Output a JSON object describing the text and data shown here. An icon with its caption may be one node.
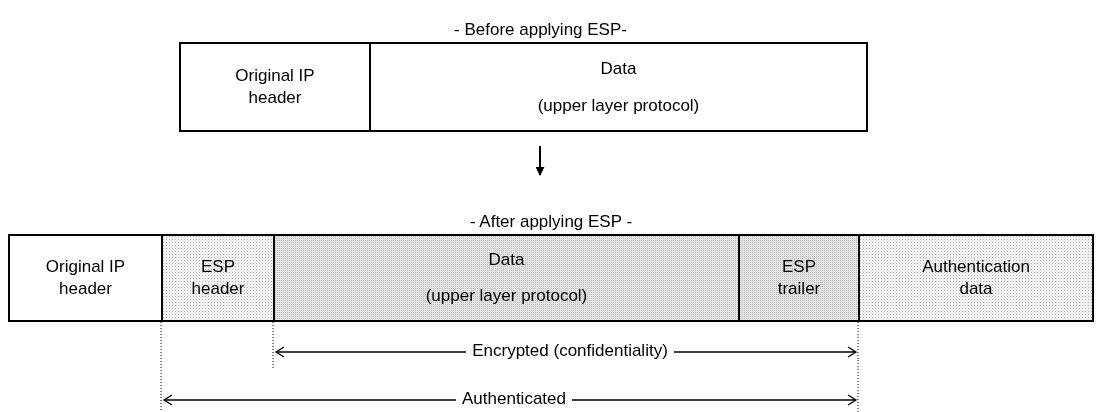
{
  "diagram": {
    "nodes": [
      {
        "text": [
          "- Before applying ESP-"
        ]
      },
      {
        "text": [
          "Original IP header"
        ],
        "in": 0
      },
      {
        "text": [
          "Data",
          "(upper layer protocol)"
        ],
        "in": 0
      },
      {
        "text": [
          "- After applying ESP -"
        ]
      },
      {
        "text": [
          "Original IP header"
        ],
        "in": 3
      },
      {
        "text": [
          "ESP header"
        ],
        "in": 3
      },
      {
        "text": [
          "Data",
          "(upper layer protocol)"
        ],
        "in": 3
      },
      {
        "text": [
          "ESP trailer"
        ],
        "in": 3
      },
      {
        "text": [
          "Authentication data"
        ],
        "in": 3
      }
    ],
    "edges": [
      {
        "from": 0,
        "to": 3,
        "arrow": "to"
      }
    ],
    "labels": [
      "Encrypted (confidentiality)",
      "Authenticated"
    ]
  }
}
